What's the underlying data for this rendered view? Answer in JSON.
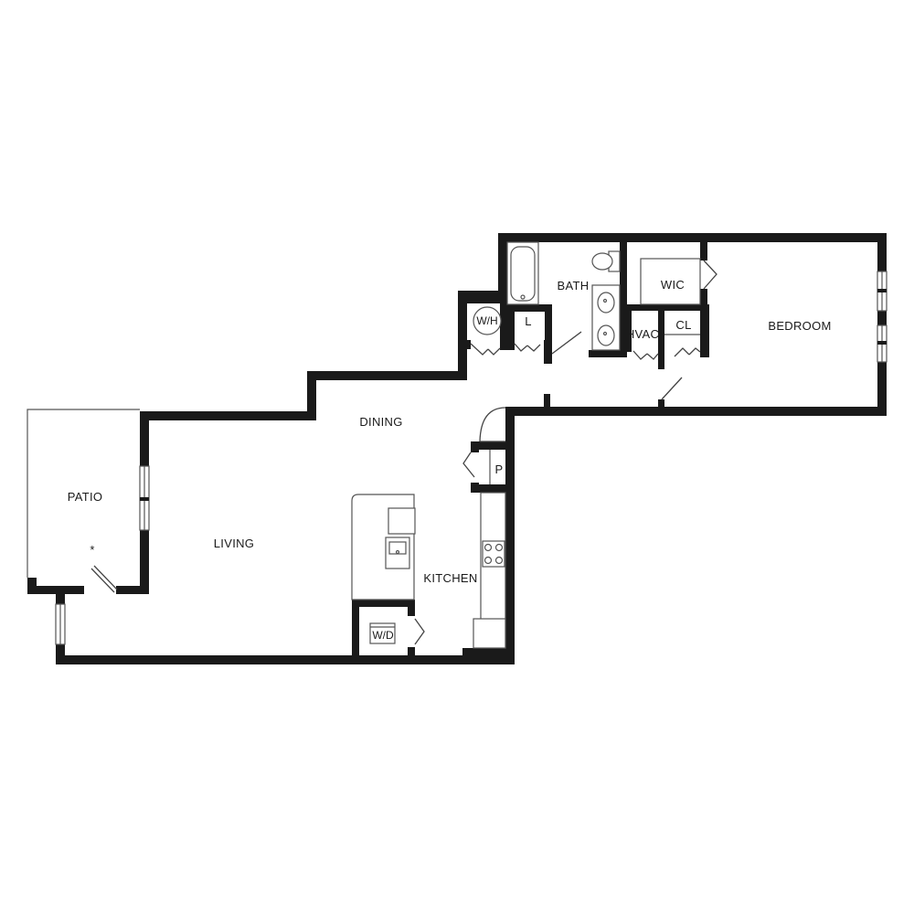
{
  "rooms": {
    "patio": "PATIO",
    "living": "LIVING",
    "dining": "DINING",
    "kitchen": "KITCHEN",
    "bath": "BATH",
    "wic": "WIC",
    "bedroom": "BEDROOM",
    "hvac": "HVAC",
    "closet": "CL",
    "linen": "L",
    "pantry": "P",
    "water_heater": "W/H",
    "washer_dryer": "W/D"
  },
  "symbols": {
    "patio_marker": "*"
  },
  "colors": {
    "wall": "#1a1a1a",
    "fixture": "#555555",
    "background": "#ffffff"
  }
}
